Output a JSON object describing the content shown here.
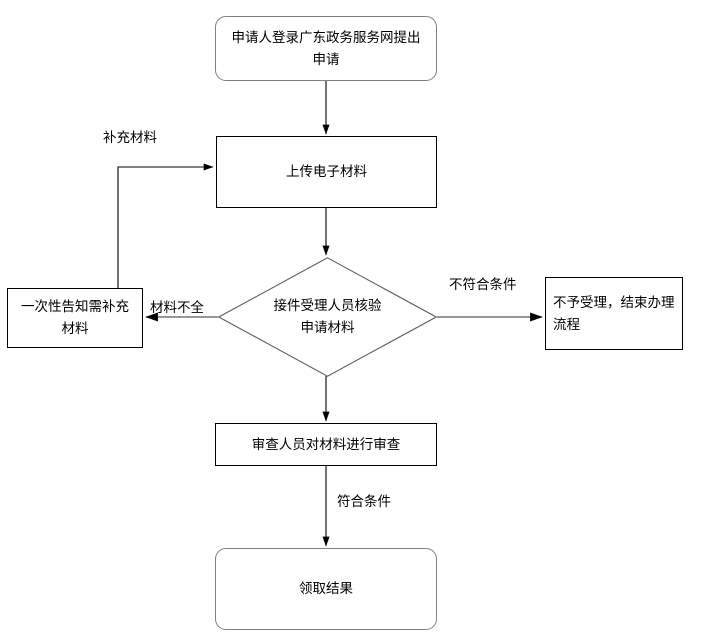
{
  "diagram": {
    "type": "flowchart",
    "orientation": "top-to-bottom",
    "background_color": "#ffffff",
    "line_color": "#000000",
    "terminal_border_color": "#808080",
    "process_border_color": "#000000"
  },
  "nodes": {
    "apply": {
      "label": "申请人登录广东政务服务网提出申请",
      "shape": "rounded-rectangle"
    },
    "upload": {
      "label": "上传电子材料",
      "shape": "rectangle"
    },
    "verify": {
      "label": "接件受理人员核验申请材料",
      "shape": "diamond"
    },
    "notify": {
      "label": "一次性告知需补充材料",
      "shape": "rectangle"
    },
    "reject": {
      "label": "不予受理，结束办理流程",
      "shape": "rectangle"
    },
    "review": {
      "label": "审查人员对材料进行审查",
      "shape": "rectangle"
    },
    "result": {
      "label": "领取结果",
      "shape": "rounded-rectangle"
    }
  },
  "edges": [
    {
      "from": "apply",
      "to": "upload",
      "label": ""
    },
    {
      "from": "upload",
      "to": "verify",
      "label": ""
    },
    {
      "from": "verify",
      "to": "notify",
      "label": "材料不全"
    },
    {
      "from": "verify",
      "to": "reject",
      "label": "不符合条件"
    },
    {
      "from": "verify",
      "to": "review",
      "label": ""
    },
    {
      "from": "notify",
      "to": "upload",
      "label": "补充材料"
    },
    {
      "from": "review",
      "to": "result",
      "label": "符合条件"
    }
  ],
  "edge_labels": {
    "supplement": "补充材料",
    "incomplete": "材料不全",
    "not_qualify": "不符合条件",
    "qualify": "符合条件"
  }
}
